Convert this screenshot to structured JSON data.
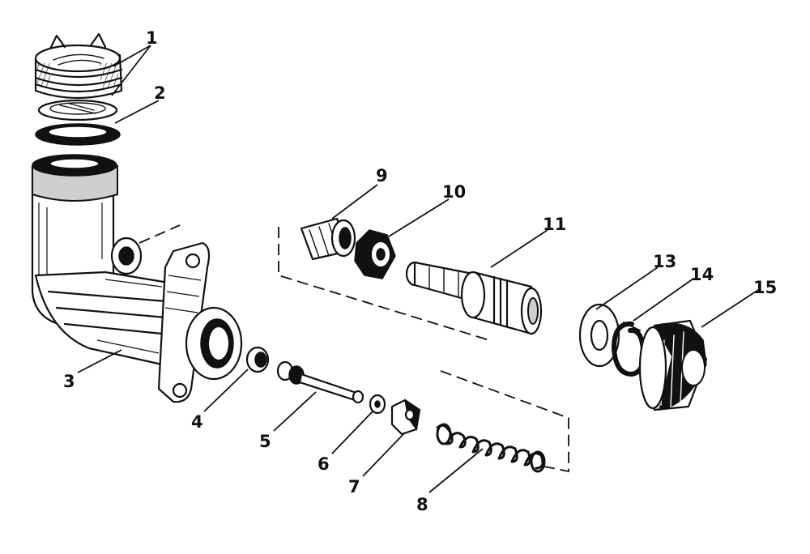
{
  "callouts": [
    {
      "id": "1",
      "label": "1"
    },
    {
      "id": "2",
      "label": "2"
    },
    {
      "id": "3",
      "label": "3"
    },
    {
      "id": "4",
      "label": "4"
    },
    {
      "id": "5",
      "label": "5"
    },
    {
      "id": "6",
      "label": "6"
    },
    {
      "id": "7",
      "label": "7"
    },
    {
      "id": "8",
      "label": "8"
    },
    {
      "id": "9",
      "label": "9"
    },
    {
      "id": "10",
      "label": "10"
    },
    {
      "id": "11",
      "label": "11"
    },
    {
      "id": "13",
      "label": "13"
    },
    {
      "id": "14",
      "label": "14"
    },
    {
      "id": "15",
      "label": "15"
    }
  ],
  "colors": {
    "ink": "#111111",
    "paper": "#ffffff"
  }
}
